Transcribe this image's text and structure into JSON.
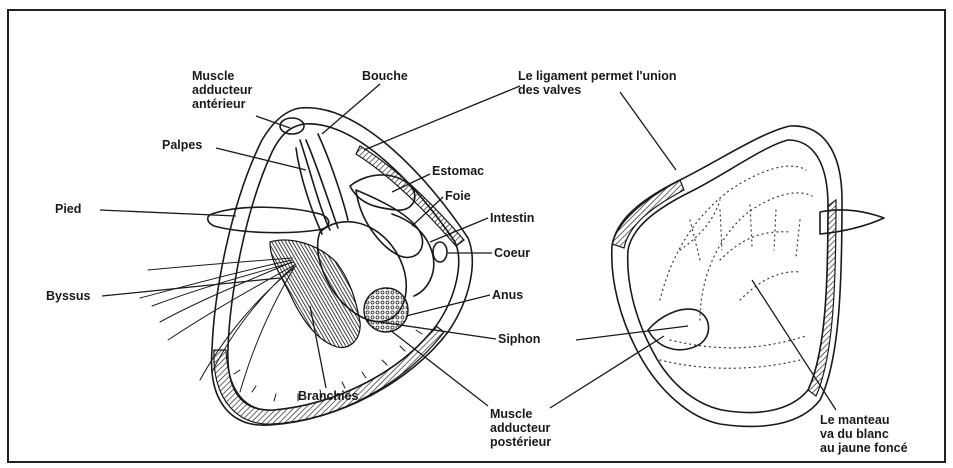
{
  "labels": {
    "muscle_anterieur": [
      "Muscle",
      "adducteur",
      "antérieur"
    ],
    "bouche": "Bouche",
    "ligament": [
      "Le ligament permet l'union",
      "des valves"
    ],
    "palpes": "Palpes",
    "estomac": "Estomac",
    "foie": "Foie",
    "pied": "Pied",
    "intestin": "Intestin",
    "coeur": "Coeur",
    "byssus": "Byssus",
    "anus": "Anus",
    "siphon": "Siphon",
    "branchies": "Branchies",
    "muscle_posterieur": [
      "Muscle",
      "adducteur",
      "postérieur"
    ],
    "manteau": [
      "Le manteau",
      "va du blanc",
      "au jaune foncé"
    ]
  },
  "colors": {
    "ink": "#1a1a1a",
    "gills": "#2b2b2b",
    "background": "#ffffff"
  }
}
